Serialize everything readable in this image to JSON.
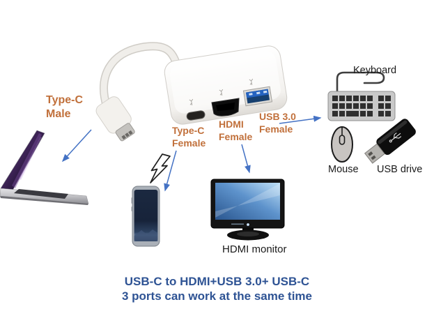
{
  "caption": {
    "line1": "USB-C to HDMI+USB 3.0+ USB-C",
    "line2": "3 ports can work at the same time"
  },
  "labels": {
    "type_c_male_1": "Type-C",
    "type_c_male_2": "Male",
    "type_c_female_1": "Type-C",
    "type_c_female_2": "Female",
    "hdmi_female_1": "HDMI",
    "hdmi_female_2": "Female",
    "usb3_female_1": "USB 3.0",
    "usb3_female_2": "Female",
    "keyboard": "Keyboard",
    "mouse": "Mouse",
    "usb_drive": "USB drive",
    "hdmi_monitor": "HDMI monitor"
  },
  "colors": {
    "label_orange": "#c1703b",
    "arrow_blue": "#4472c4",
    "caption_blue": "#2e5394",
    "usb3_port_blue": "#2563c0",
    "background": "#ffffff"
  },
  "icons": {
    "laptop": "laptop-icon",
    "phone": "smartphone-icon",
    "lightning_bolt": "lightning-bolt-icon",
    "keyboard": "keyboard-icon",
    "mouse": "mouse-icon",
    "usb_drive": "usb-drive-icon",
    "monitor": "monitor-icon",
    "adapter_hub": "usb-c-hub-adapter",
    "arrow_count": 4
  }
}
